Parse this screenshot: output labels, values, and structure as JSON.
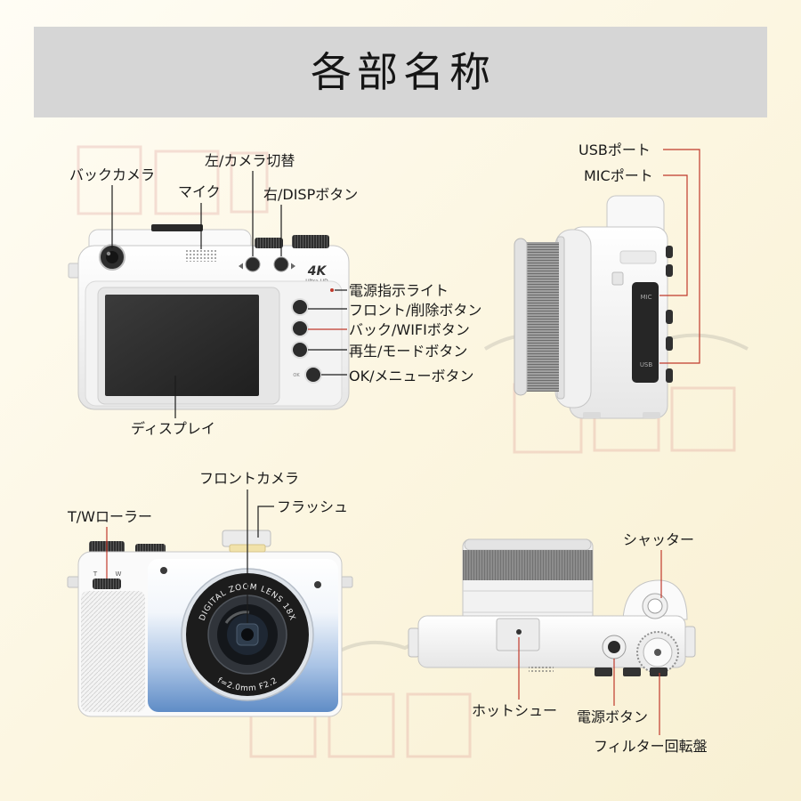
{
  "title": "各部名称",
  "views": {
    "back": {
      "labels": {
        "back_camera": "バックカメラ",
        "mic": "マイク",
        "left_camera_switch": "左/カメラ切替",
        "right_disp_button": "右/DISPボタン",
        "power_indicator": "電源指示ライト",
        "front_delete_button": "フロント/削除ボタン",
        "back_wifi_button": "バック/WIFIボタン",
        "play_mode_button": "再生/モードボタン",
        "ok_menu_button": "OK/メニューボタン",
        "display": "ディスプレイ"
      },
      "badge_4k": "4K",
      "badge_uhd": "Ultra HD",
      "ok_key": "OK"
    },
    "side": {
      "labels": {
        "usb_port": "USBポート",
        "mic_port": "MICポート"
      },
      "port_mic": "MIC",
      "port_usb": "USB"
    },
    "front": {
      "labels": {
        "tw_roller": "T/Wローラー",
        "front_camera": "フロントカメラ",
        "flash": "フラッシュ"
      },
      "lens_ring_top": "DIGITAL ZOOM LENS 18X",
      "lens_ring_bottom": "f=2.0mm F2.2",
      "tw_t": "T",
      "tw_w": "W"
    },
    "top": {
      "labels": {
        "shutter": "シャッター",
        "hot_shoe": "ホットシュー",
        "power_button": "電源ボタン",
        "filter_dial": "フィルター回転盤"
      }
    }
  },
  "colors": {
    "banner": "#d6d6d6",
    "body_white": "#fdfdfd",
    "front_blue": "#5f8cc6",
    "dark": "#2a2a2a",
    "leader_line": "#1c1c1c",
    "leader_line_accent": "#c0392b"
  }
}
